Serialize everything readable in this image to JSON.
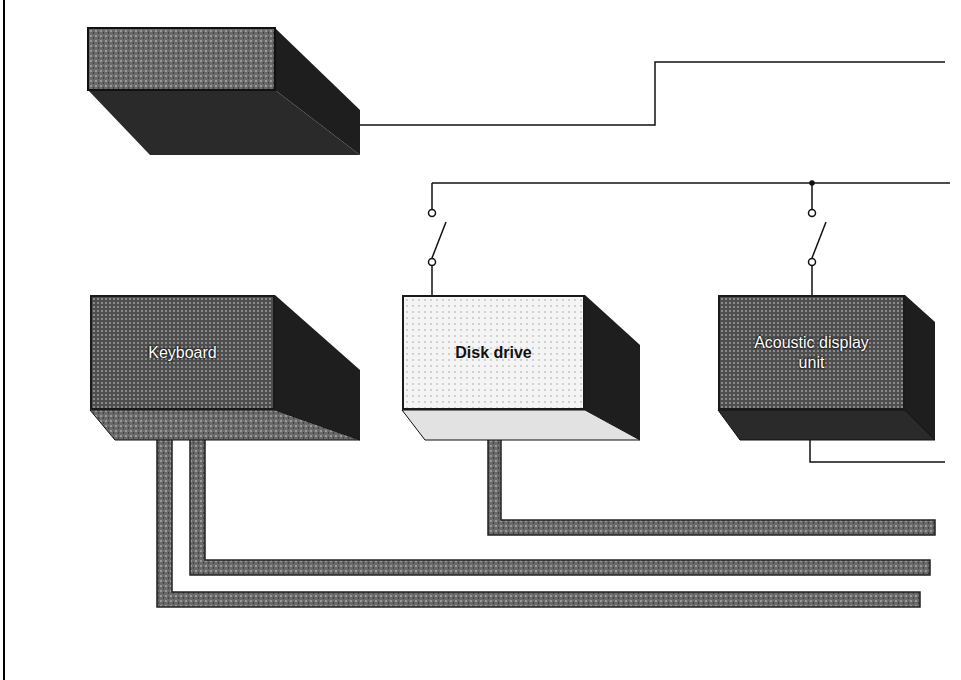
{
  "diagram": {
    "nodes": [
      {
        "text": [
          "Keyboard"
        ]
      },
      {
        "text": [
          "Disk drive"
        ]
      },
      {
        "text": [
          "Acoustic display unit"
        ]
      }
    ]
  }
}
